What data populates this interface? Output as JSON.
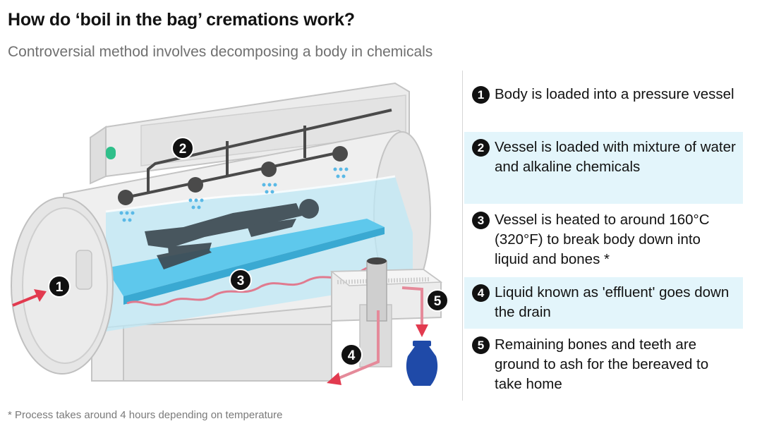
{
  "header": {
    "title": "How do ‘boil in the bag’ cremations work?",
    "subtitle": "Controversial method involves decomposing a body in chemicals"
  },
  "diagram": {
    "markers": [
      "1",
      "2",
      "3",
      "4",
      "5"
    ],
    "icons": [
      "pressure-vessel-icon",
      "body-silhouette-icon",
      "urn-icon",
      "drain-pipe-icon",
      "sprinkler-icon",
      "heating-coil-icon"
    ]
  },
  "steps": [
    {
      "num": "1",
      "text": "Body is loaded into a pressure vessel"
    },
    {
      "num": "2",
      "text": "Vessel is loaded with mixture of water and alkaline chemicals"
    },
    {
      "num": "3",
      "text": "Vessel is heated to around 160°C (320°F) to break body down into liquid and bones *"
    },
    {
      "num": "4",
      "text": "Liquid known as 'effluent' goes down the drain"
    },
    {
      "num": "5",
      "text": "Remaining bones and teeth are ground to ash for the bereaved to take home"
    }
  ],
  "footnote": "* Process takes around 4 hours depending on temperature",
  "colors": {
    "vessel": "#e6e6e6",
    "vessel_stroke": "#bdbdbd",
    "water": "#bfe8f6",
    "tray": "#5ec8ec",
    "body": "#3d4a52",
    "arrow": "#e23a4f",
    "urn": "#1f4aa8",
    "marker": "#111111",
    "step_shade": "#e3f5fb"
  }
}
